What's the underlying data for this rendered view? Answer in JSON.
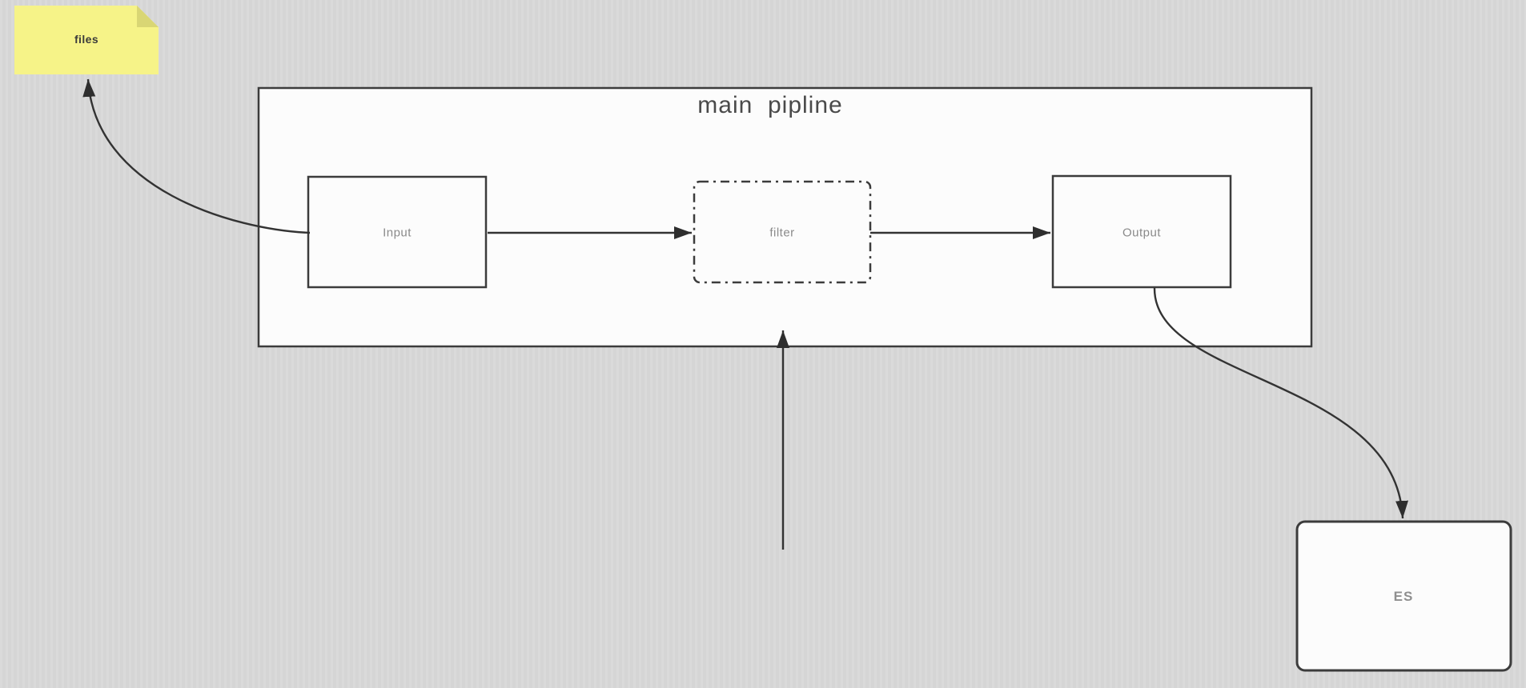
{
  "colors": {
    "background": "#d8d8d8",
    "box_fill": "#fcfcfc",
    "box_border": "#3c3c3c",
    "edge_line": "#333333",
    "note_fill": "#f6f388",
    "note_fold": "#d9d674",
    "title_text": "#4a4a4a",
    "node_text": "#8a8a8a",
    "note_text": "#3b3b3b"
  },
  "diagram": {
    "title": "main  pipline",
    "note": {
      "label": "files"
    },
    "nodes": {
      "input": {
        "label": "Input",
        "border_style": "solid"
      },
      "filter": {
        "label": "filter",
        "border_style": "dash-dot"
      },
      "output": {
        "label": "Output",
        "border_style": "solid"
      },
      "es": {
        "label": "ES",
        "border_style": "solid-rounded"
      }
    },
    "connections": [
      {
        "from": "Input",
        "to": "files"
      },
      {
        "from": "Input",
        "to": "filter"
      },
      {
        "from": "filter",
        "to": "Output"
      },
      {
        "from": "(bottom edge)",
        "to": "main pipline"
      },
      {
        "from": "Output",
        "to": "ES"
      }
    ]
  }
}
